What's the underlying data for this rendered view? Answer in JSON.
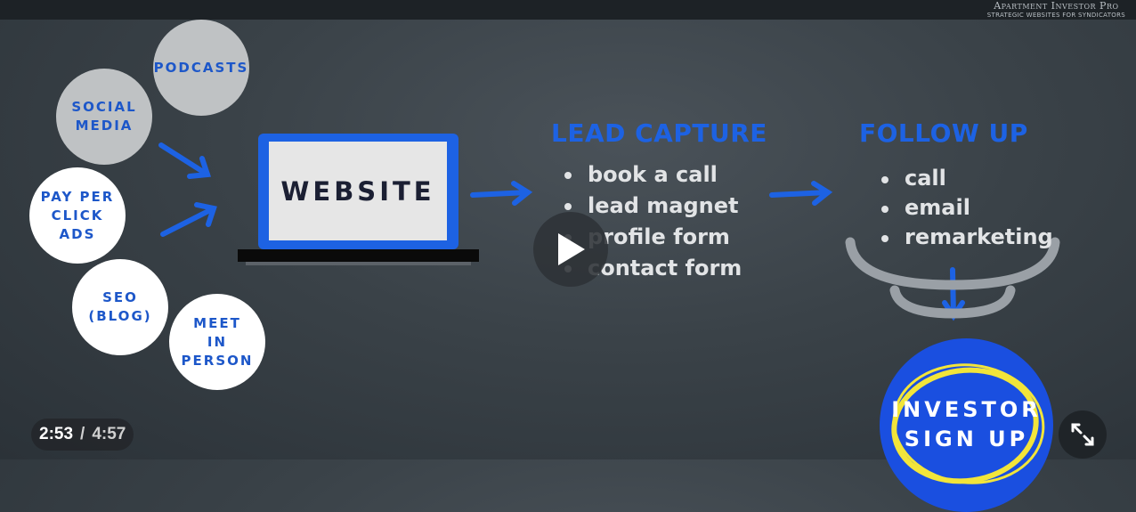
{
  "brand": {
    "name": "Apartment Investor Pro",
    "tagline": "STRATEGIC WEBSITES FOR SYNDICATORS"
  },
  "sources": [
    {
      "label": "PODCASTS"
    },
    {
      "label": "SOCIAL\nMEDIA"
    },
    {
      "label": "PAY PER\nCLICK\nADS"
    },
    {
      "label": "SEO\n(BLOG)"
    },
    {
      "label": "MEET\nIN\nPERSON"
    }
  ],
  "website": {
    "label": "WEBSITE"
  },
  "lead_capture": {
    "heading": "LEAD CAPTURE",
    "items": [
      "book a call",
      "lead magnet",
      "profile form",
      "contact form"
    ]
  },
  "follow_up": {
    "heading": "FOLLOW UP",
    "items": [
      "call",
      "email",
      "remarketing"
    ]
  },
  "signup": {
    "line1": "INVESTOR",
    "line2": "SIGN UP"
  },
  "player": {
    "current_time": "2:53",
    "separator": "/",
    "duration": "4:57"
  },
  "colors": {
    "accent_blue": "#1d62e3",
    "background": "#3a4248",
    "highlight_yellow": "#f2e53a"
  },
  "icons": {
    "play": "play-icon",
    "expand": "expand-icon",
    "arrow": "arrow-right-icon"
  }
}
